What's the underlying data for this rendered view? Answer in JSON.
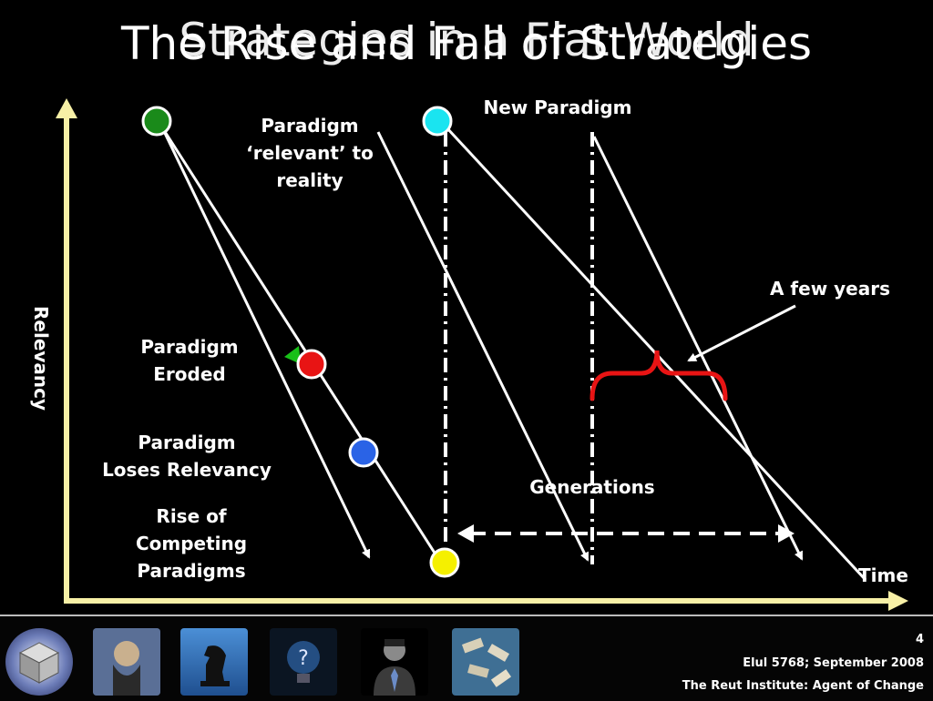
{
  "slide": {
    "title_primary": "The Rise and Fall of Strategies",
    "title_overlay": "Strategies in a Flat World",
    "y_axis_label": "Relevancy",
    "x_axis_label": "Time",
    "labels": {
      "paradigm_relevant": "Paradigm\n‘relevant’ to\nreality",
      "new_paradigm": "New Paradigm",
      "a_few_years": "A few years",
      "paradigm_eroded": "Paradigm\nEroded",
      "paradigm_loses_relevancy": "Paradigm\nLoses Relevancy",
      "rise_of_competing": "Rise of\nCompeting\nParadigms",
      "generations": "Generations"
    },
    "colors": {
      "axis": "#f7f0a6",
      "dot_green": "#1a8a1a",
      "dot_cyan": "#1ae4f0",
      "dot_red": "#e81414",
      "dot_blue": "#2a63e6",
      "dot_yellow": "#f5f000",
      "brace": "#e81414",
      "line": "#ffffff"
    }
  },
  "footer": {
    "page_number": "4",
    "date": "Elul 5768; September 2008",
    "org": "The Reut Institute: Agent of Change",
    "thumbnails": [
      "rubiks-cube-icon",
      "portrait-icon",
      "chess-knight-icon",
      "lightbulb-question-icon",
      "businessman-icon",
      "puzzle-pieces-icon"
    ]
  }
}
